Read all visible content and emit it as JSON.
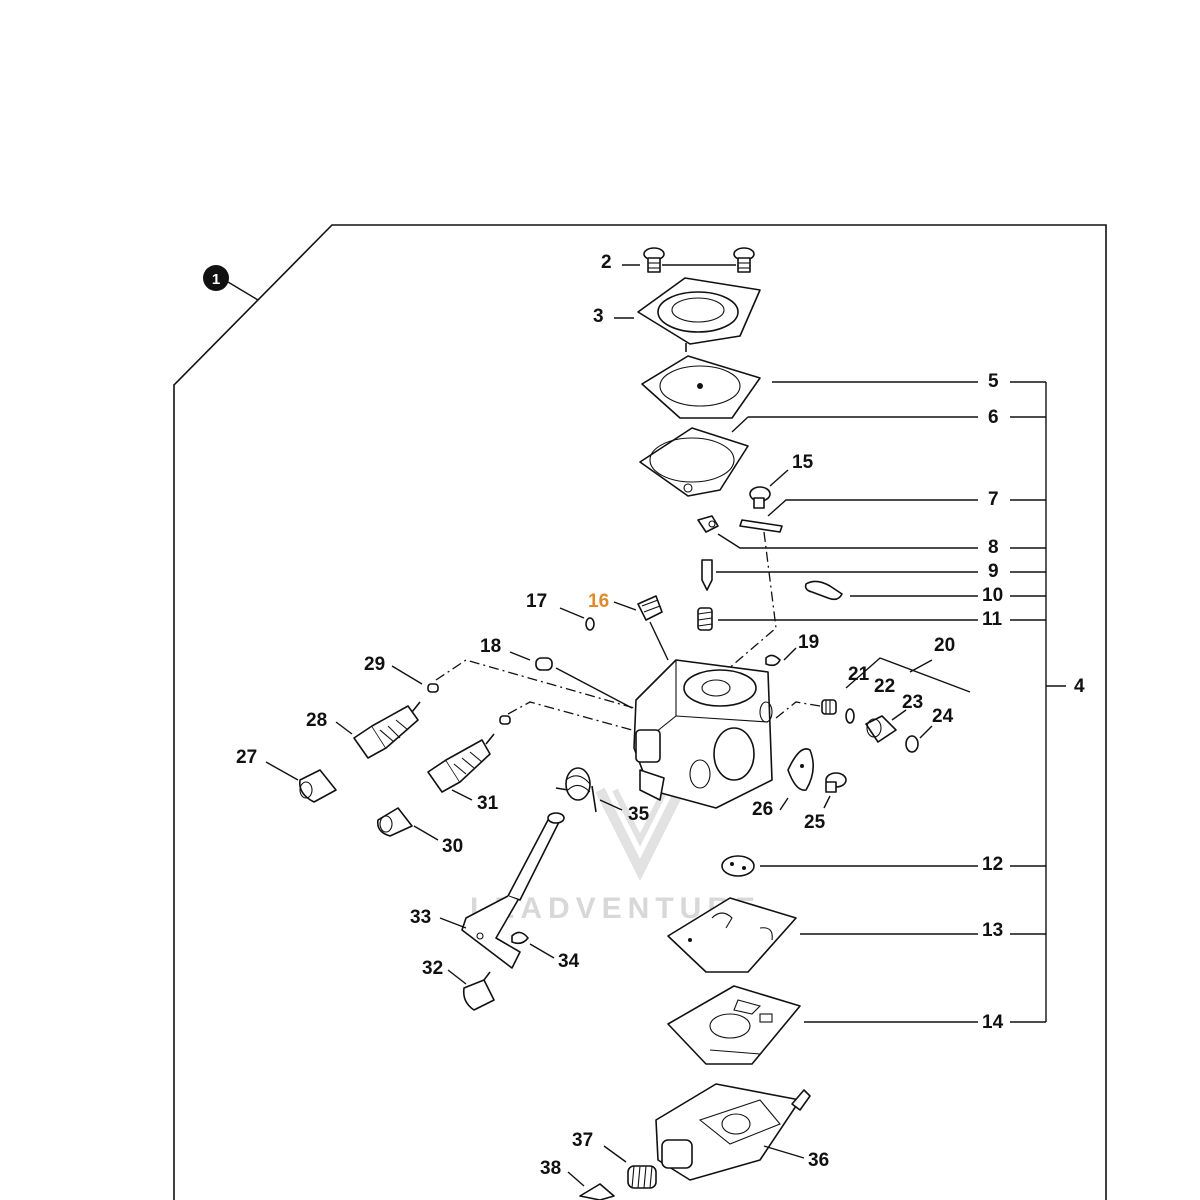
{
  "badge": "1",
  "watermark": "LEADVENTURE",
  "callouts": {
    "c2": "2",
    "c3": "3",
    "c4": "4",
    "c5": "5",
    "c6": "6",
    "c7": "7",
    "c8": "8",
    "c9": "9",
    "c10": "10",
    "c11": "11",
    "c12": "12",
    "c13": "13",
    "c14": "14",
    "c15": "15",
    "c16": "16",
    "c17": "17",
    "c18": "18",
    "c19": "19",
    "c20": "20",
    "c21": "21",
    "c22": "22",
    "c23": "23",
    "c24": "24",
    "c25": "25",
    "c26": "26",
    "c27": "27",
    "c28": "28",
    "c29": "29",
    "c30": "30",
    "c31": "31",
    "c32": "32",
    "c33": "33",
    "c34": "34",
    "c35": "35",
    "c36": "36",
    "c37": "37",
    "c38": "38"
  },
  "colors": {
    "highlight": "#e08a2a",
    "ink": "#111111"
  }
}
